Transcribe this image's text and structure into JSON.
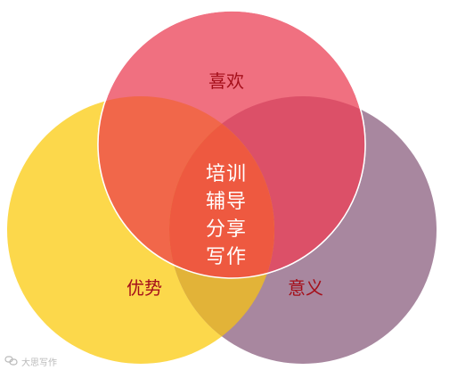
{
  "diagram": {
    "top_circle": {
      "label": "喜欢",
      "color": "#f07080"
    },
    "left_circle": {
      "label": "优势",
      "color": "#fcd84b"
    },
    "right_circle": {
      "label": "意义",
      "color": "#a8879f"
    },
    "overlap_colors": {
      "top_left": "#f1674a",
      "top_right": "#dc5068",
      "left_right": "#e2b338",
      "center": "#ee5940"
    },
    "center_lines": [
      "培训",
      "辅导",
      "分享",
      "写作"
    ],
    "label_color": "#a50f1a"
  },
  "watermark": {
    "text": "大思写作",
    "icon": "link-icon"
  }
}
